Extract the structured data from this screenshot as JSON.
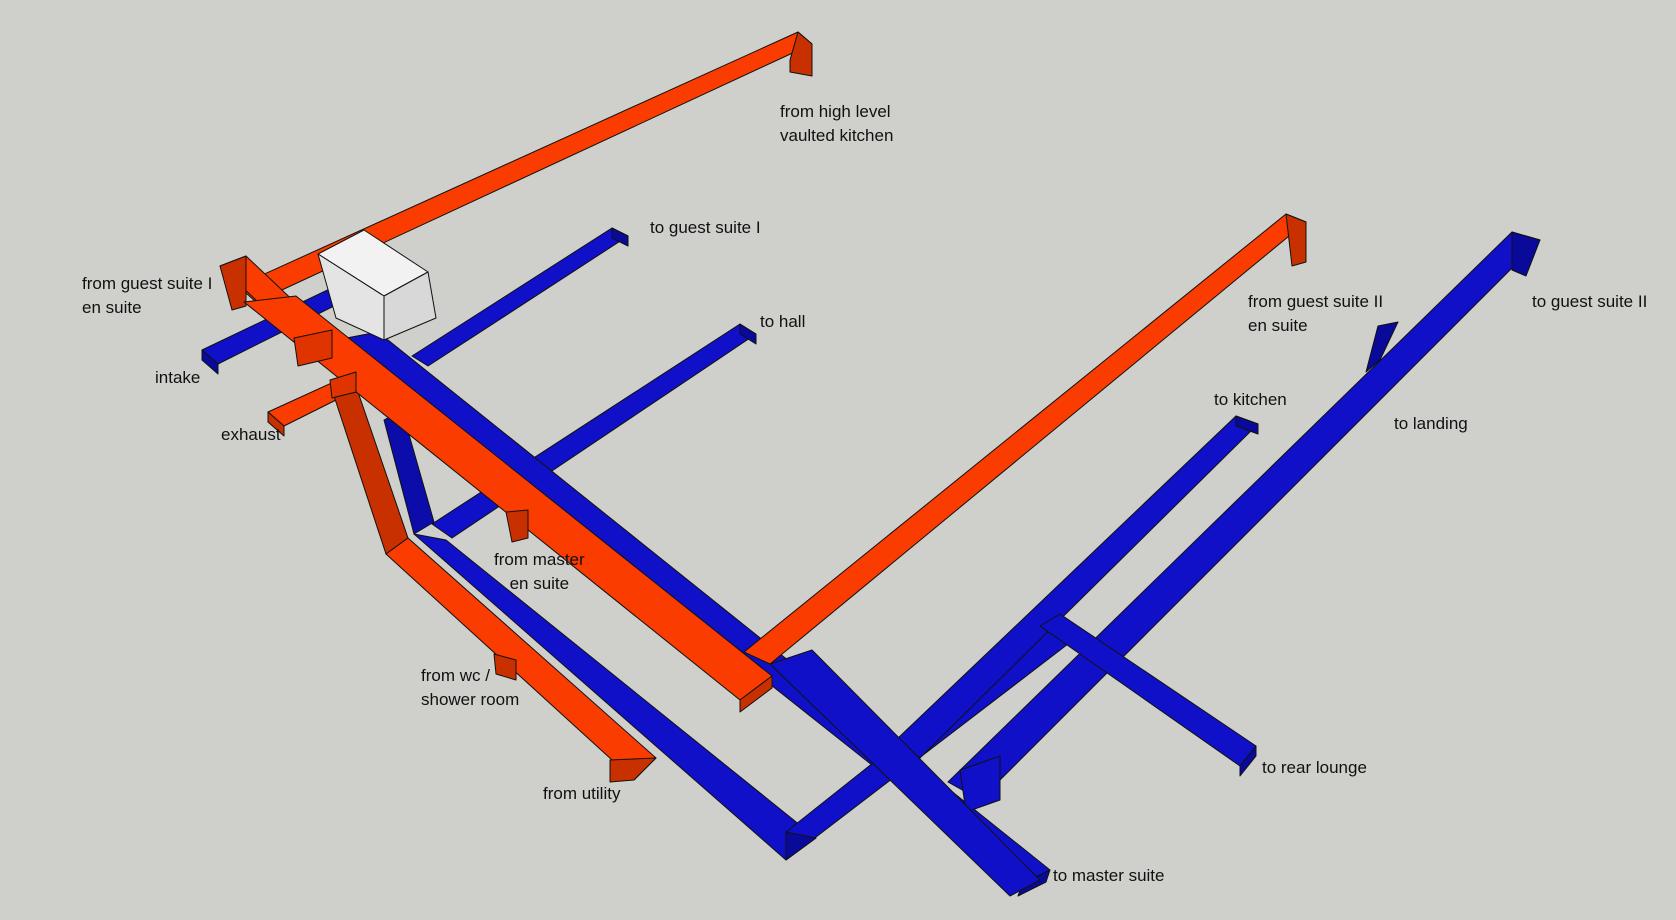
{
  "colors": {
    "background": "#cfcfcb",
    "supply": "#1010c8",
    "extract": "#fa3c00",
    "unit": "#f2f2f2",
    "edge": "#111111"
  },
  "labels": {
    "from_high_level": "from high level\nvaulted kitchen",
    "to_guest_suite_1": "to guest suite I",
    "from_guest_suite_1": "from guest suite I\nen suite",
    "to_hall": "to hall",
    "intake": "intake",
    "exhaust": "exhaust",
    "from_guest_suite_2": "from guest suite II\nen suite",
    "to_guest_suite_2": "to guest suite II",
    "to_kitchen": "to kitchen",
    "to_landing": "to landing",
    "from_master": "from master\nen suite",
    "from_wc": "from wc /\nshower room",
    "from_utility": "from utility",
    "to_rear_lounge": "to rear lounge",
    "to_master_suite": "to master suite"
  }
}
